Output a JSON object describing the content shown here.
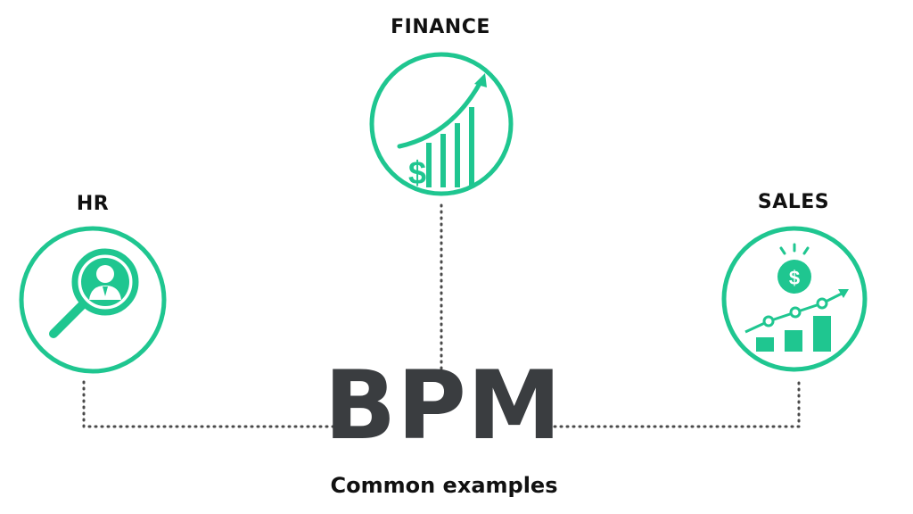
{
  "diagram": {
    "center": {
      "title": "BPM",
      "subtitle": "Common examples"
    },
    "nodes": {
      "finance": {
        "label": "FINANCE",
        "icon": "finance-growth-icon"
      },
      "hr": {
        "label": "HR",
        "icon": "hr-search-person-icon"
      },
      "sales": {
        "label": "SALES",
        "icon": "sales-growth-icon"
      }
    },
    "colors": {
      "accent": "#1fc690",
      "title": "#3a3d40",
      "text": "#111111",
      "connector": "#4a4a4a"
    }
  }
}
